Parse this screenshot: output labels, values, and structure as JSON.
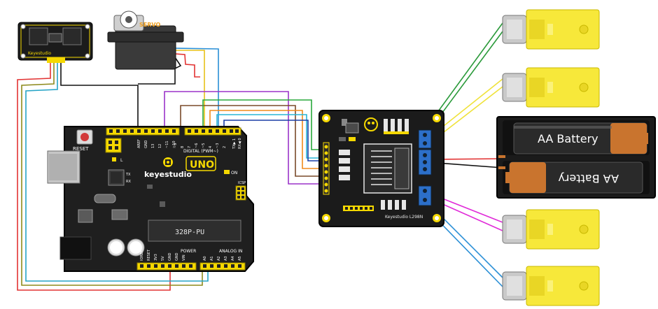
{
  "sensor": {
    "brand": "Keyestudio"
  },
  "servo": {
    "label": "SERVO"
  },
  "arduino": {
    "logo": "keyestudio",
    "model": "UNO",
    "chip": "328P-PU",
    "reset_label": "RESET",
    "on_label": "ON",
    "icsp_label": "ICSP",
    "digital_label": "DIGITAL (PWM~)",
    "power_label": "POWER",
    "analog_label": "ANALOG IN",
    "aref_label": "AREF",
    "gnd_label": "GND",
    "tx_label": "TX",
    "rx_label": "RX",
    "l_label": "L",
    "tx_pin_label": "TX▶ 1",
    "rx_pin_label": "RX◀ 0",
    "digital_pins": [
      "13",
      "12",
      "~11",
      "~10",
      "~9",
      "8",
      "7",
      "~6",
      "~5",
      "4",
      "~3",
      "2"
    ],
    "power_pins": [
      "IOREF",
      "RESET",
      "3V3",
      "5V",
      "GND",
      "GND",
      "VIN"
    ],
    "analog_pins": [
      "A0",
      "A1",
      "A2",
      "A3",
      "A4",
      "A5"
    ]
  },
  "motor_driver": {
    "label": "Keyestudio L298N"
  },
  "battery": {
    "top_label": "AA Battery",
    "bottom_label": "AA Battery"
  },
  "colors": {
    "board": "#1f1f1f",
    "header": "#f5d800",
    "servo": "#3a3a3a",
    "motor_yellow": "#f7e83a",
    "motor_gray": "#c9c9c9",
    "terminal": "#2c6fc9",
    "battery_copper": "#c9742e"
  }
}
